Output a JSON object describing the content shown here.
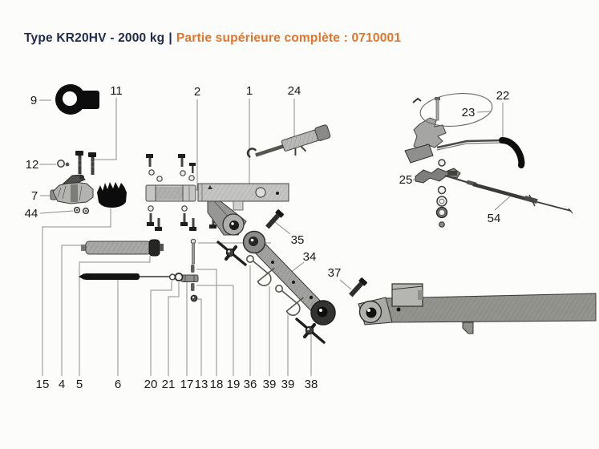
{
  "header": {
    "model": "Type KR20HV - 2000 kg",
    "separator": "|",
    "section": "Partie supérieure complète : 0710001"
  },
  "colors": {
    "navy": "#1f2b4d",
    "orange": "#e0752c",
    "leader": "#8c8c8c",
    "ink": "#1a1a1a"
  },
  "callouts": {
    "n9": "9",
    "n11": "11",
    "n12": "12",
    "n7": "7",
    "n44": "44",
    "n2": "2",
    "n1": "1",
    "n24": "24",
    "n22": "22",
    "n23": "23",
    "n25": "25",
    "n54": "54",
    "n35": "35",
    "n34": "34",
    "n37": "37",
    "n15": "15",
    "n4": "4",
    "n5": "5",
    "n6": "6",
    "n20": "20",
    "n21": "21",
    "n17": "17",
    "n13": "13",
    "n18": "18",
    "n19": "19",
    "n36": "36",
    "n39a": "39",
    "n39b": "39",
    "n38": "38"
  }
}
